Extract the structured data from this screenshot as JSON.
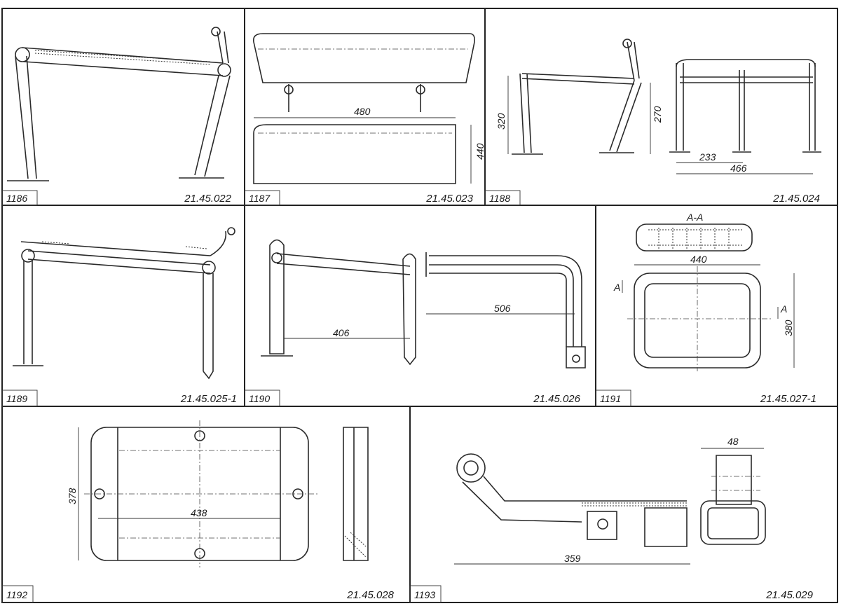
{
  "sheet": {
    "panels": [
      {
        "number": "1186",
        "code": "21.45.022",
        "dimensions": []
      },
      {
        "number": "1187",
        "code": "21.45.023",
        "dimensions": [
          "480",
          "440"
        ]
      },
      {
        "number": "1188",
        "code": "21.45.024",
        "dimensions": [
          "320",
          "270",
          "233",
          "466"
        ]
      },
      {
        "number": "1189",
        "code": "21.45.025-1",
        "dimensions": []
      },
      {
        "number": "1190",
        "code": "21.45.026",
        "dimensions": [
          "406",
          "506"
        ]
      },
      {
        "number": "1191",
        "code": "21.45.027-1",
        "dimensions": [
          "440",
          "380"
        ],
        "section_label": "A-A",
        "section_marks": [
          "A",
          "A"
        ]
      },
      {
        "number": "1192",
        "code": "21.45.028",
        "dimensions": [
          "378",
          "438"
        ]
      },
      {
        "number": "1193",
        "code": "21.45.029",
        "dimensions": [
          "48",
          "359"
        ]
      }
    ]
  },
  "colors": {
    "ink": "#222222",
    "paper": "#ffffff"
  }
}
